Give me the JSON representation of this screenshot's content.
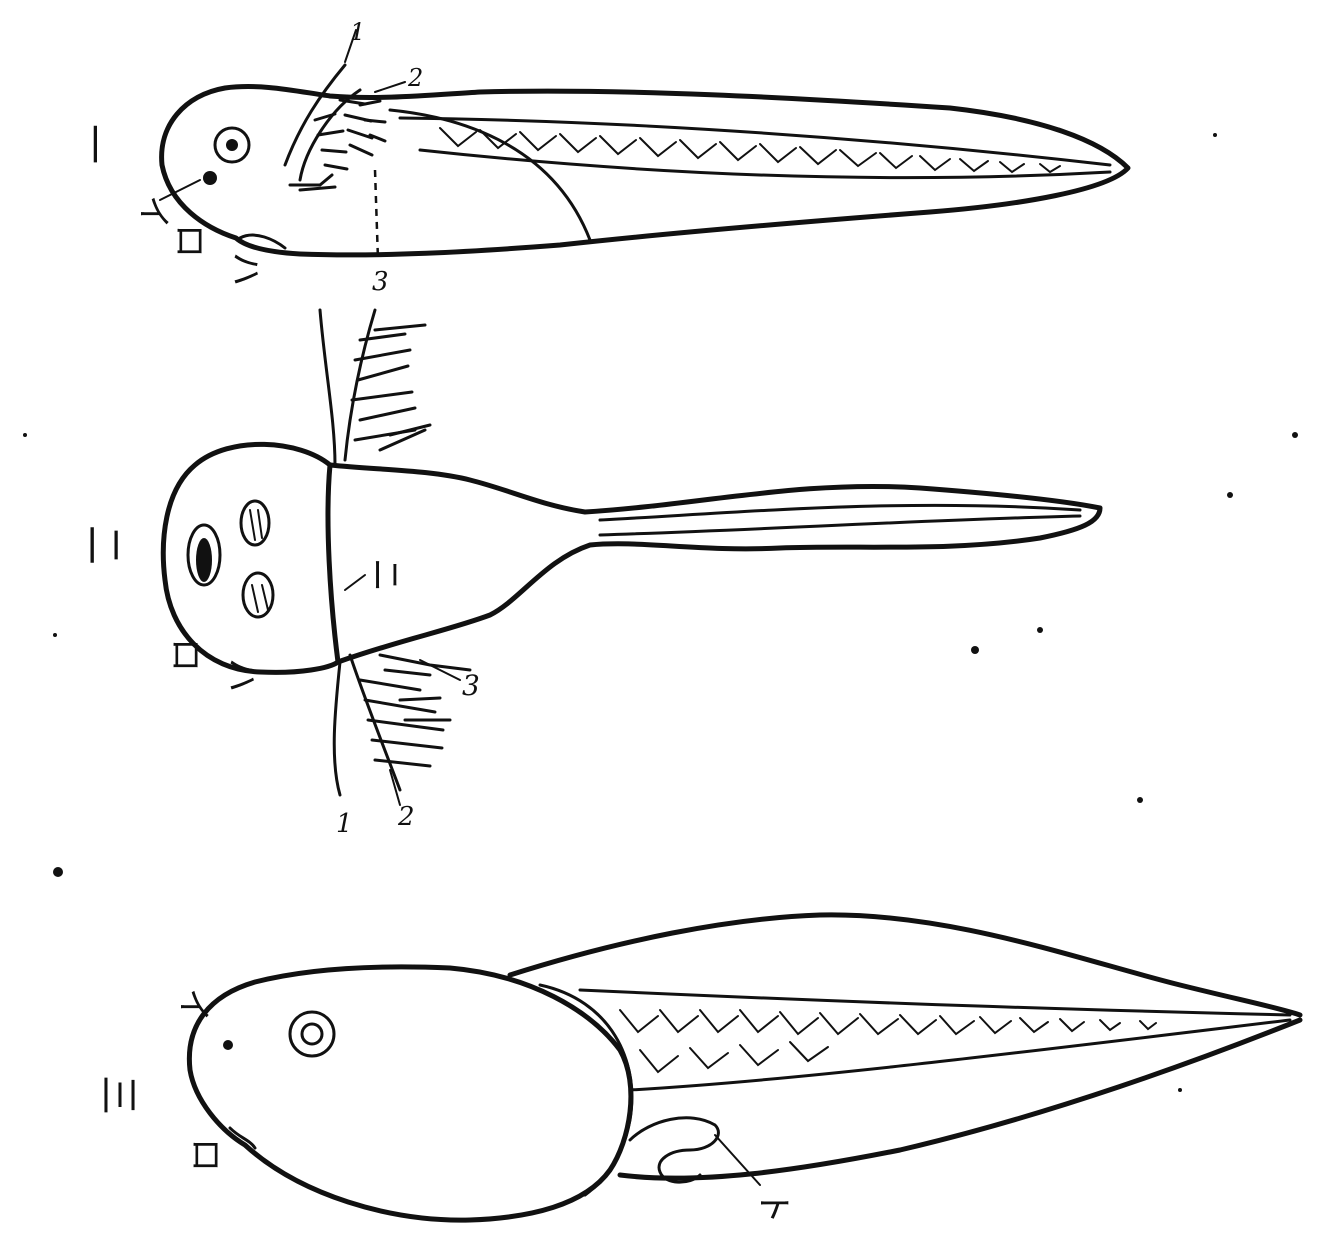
{
  "figure": {
    "figure_1": {
      "number": "一",
      "labels": [
        "イ",
        "ロ",
        "ハ"
      ],
      "gill_numbers": [
        "1",
        "2",
        "3"
      ]
    },
    "figure_2": {
      "number": "二",
      "labels": [
        "ロ",
        "ハ",
        "ニ"
      ],
      "gill_numbers": [
        "1",
        "2",
        "3"
      ]
    },
    "figure_3": {
      "number": "三",
      "labels": [
        "イ",
        "ロ",
        "ト"
      ]
    }
  }
}
